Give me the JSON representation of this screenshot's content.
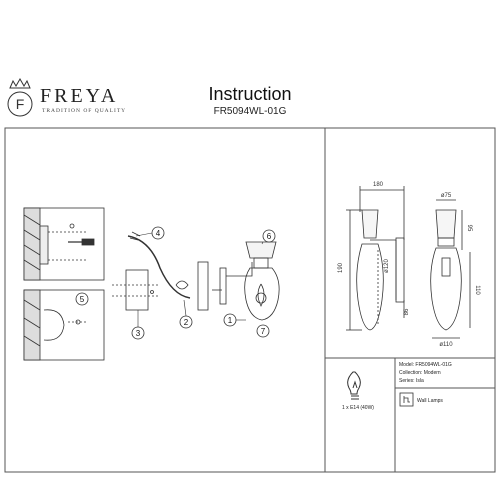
{
  "brand": {
    "name": "FREYA",
    "tagline": "TRADITION OF QUALITY",
    "logo_letter": "F"
  },
  "document": {
    "title": "Instruction",
    "model": "FR5094WL-01G"
  },
  "assembly": {
    "step_numbers": [
      "4",
      "5",
      "3",
      "2",
      "1",
      "6",
      "7"
    ]
  },
  "dimensions": {
    "width": "180",
    "shade_top_dia": "ø75",
    "shade_height": "95",
    "height": "190",
    "shade_dia_mid": "ø120",
    "base": "86",
    "shade_length": "110",
    "bottom_dia": "ø110"
  },
  "spec_panel": {
    "bulb_label": "1 x E14 (40W)",
    "model_line": "Model: FR5094WL-01G",
    "collection_line": "Collection: Modern",
    "series_line": "Series: Isla",
    "category_label": "Wall Lamps"
  }
}
